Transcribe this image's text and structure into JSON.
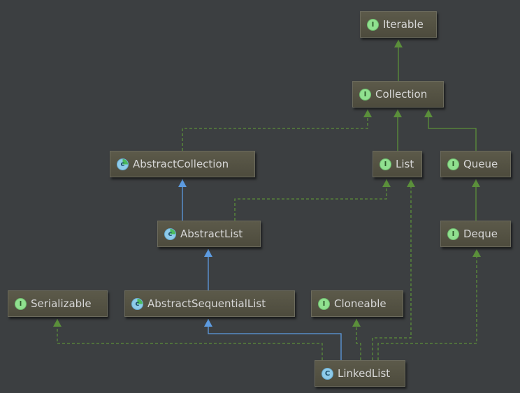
{
  "colors": {
    "background": "#3c3f41",
    "interface_arrow": "#5b8f3b",
    "extends_arrow": "#5d9be0"
  },
  "nodes": [
    {
      "id": "iterable",
      "label": "Iterable",
      "kind": "interface",
      "icon_letter": "I"
    },
    {
      "id": "collection",
      "label": "Collection",
      "kind": "interface",
      "icon_letter": "I"
    },
    {
      "id": "abstract-collection",
      "label": "AbstractCollection",
      "kind": "abstract",
      "icon_letter": "c"
    },
    {
      "id": "list",
      "label": "List",
      "kind": "interface",
      "icon_letter": "I"
    },
    {
      "id": "queue",
      "label": "Queue",
      "kind": "interface",
      "icon_letter": "I"
    },
    {
      "id": "abstract-list",
      "label": "AbstractList",
      "kind": "abstract",
      "icon_letter": "c"
    },
    {
      "id": "deque",
      "label": "Deque",
      "kind": "interface",
      "icon_letter": "I"
    },
    {
      "id": "serializable",
      "label": "Serializable",
      "kind": "interface",
      "icon_letter": "I"
    },
    {
      "id": "abstract-sequential-list",
      "label": "AbstractSequentialList",
      "kind": "abstract",
      "icon_letter": "c"
    },
    {
      "id": "cloneable",
      "label": "Cloneable",
      "kind": "interface",
      "icon_letter": "I"
    },
    {
      "id": "linked-list",
      "label": "LinkedList",
      "kind": "class",
      "icon_letter": "C"
    }
  ],
  "edges": [
    {
      "from": "collection",
      "to": "iterable",
      "type": "extends-interface"
    },
    {
      "from": "list",
      "to": "collection",
      "type": "extends-interface"
    },
    {
      "from": "queue",
      "to": "collection",
      "type": "extends-interface"
    },
    {
      "from": "abstract-collection",
      "to": "collection",
      "type": "implements"
    },
    {
      "from": "abstract-list",
      "to": "abstract-collection",
      "type": "extends-class"
    },
    {
      "from": "abstract-list",
      "to": "list",
      "type": "implements"
    },
    {
      "from": "deque",
      "to": "queue",
      "type": "extends-interface"
    },
    {
      "from": "abstract-sequential-list",
      "to": "abstract-list",
      "type": "extends-class"
    },
    {
      "from": "linked-list",
      "to": "abstract-sequential-list",
      "type": "extends-class"
    },
    {
      "from": "linked-list",
      "to": "serializable",
      "type": "implements"
    },
    {
      "from": "linked-list",
      "to": "cloneable",
      "type": "implements"
    },
    {
      "from": "linked-list",
      "to": "list",
      "type": "implements"
    },
    {
      "from": "linked-list",
      "to": "deque",
      "type": "implements"
    }
  ]
}
